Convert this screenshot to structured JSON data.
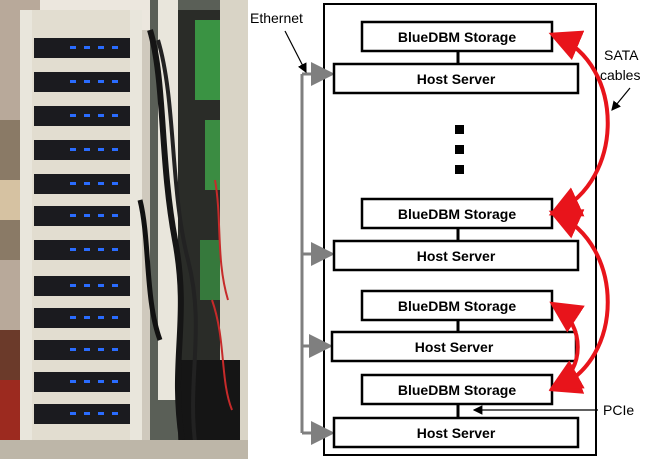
{
  "photo": {
    "description_icon": "server-rack-photo"
  },
  "labels": {
    "ethernet": "Ethernet",
    "sata_line1": "SATA",
    "sata_line2": "cables",
    "pcie": "PCIe"
  },
  "boxes": {
    "storage_1": "BlueDBM Storage",
    "host_1": "Host Server",
    "storage_2": "BlueDBM Storage",
    "host_2": "Host Server",
    "storage_3": "BlueDBM Storage",
    "host_3": "Host Server",
    "storage_4": "BlueDBM Storage",
    "host_4": "Host Server"
  },
  "colors": {
    "sata_cable": "#e8141b",
    "ethernet_line": "#7f7f7f",
    "box_border": "#000000",
    "rack_frame": "#e9e6dc",
    "server_unit": "#1b1b1f",
    "led_blue": "#2a6cff"
  }
}
